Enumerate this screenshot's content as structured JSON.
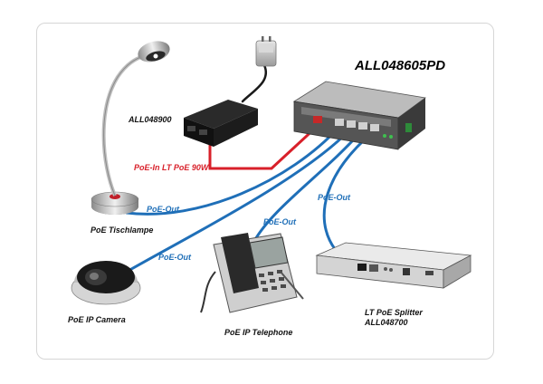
{
  "title": "ALL048605PD",
  "labels": {
    "injector": "ALL048900",
    "poe_in": "PoE-In LT PoE 90W",
    "lamp": "PoE Tischlampe",
    "camera": "PoE IP Camera",
    "telephone": "PoE IP Telephone",
    "splitter_line1": "LT PoE Splitter",
    "splitter_line2": "ALL048700"
  },
  "cable_labels": {
    "lamp": "PoE-Out",
    "camera": "PoE-Out",
    "telephone": "PoE-Out",
    "splitter": "PoE-Out"
  },
  "colors": {
    "poe_out": "#1f6fb8",
    "poe_in": "#d8202a",
    "device_dark": "#1a1a1a"
  },
  "icons": [
    "desk-lamp-icon",
    "power-adapter-icon",
    "poe-injector-icon",
    "poe-switch-icon",
    "ip-camera-icon",
    "ip-telephone-icon",
    "poe-splitter-icon"
  ]
}
